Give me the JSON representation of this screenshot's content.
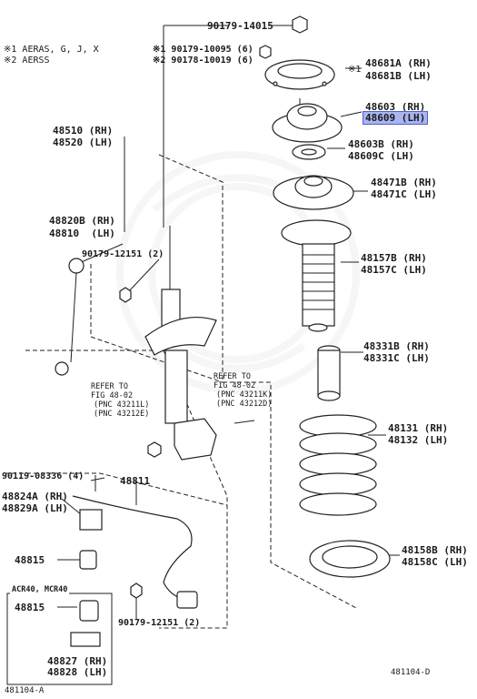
{
  "legend": {
    "line1": "※1 AERAS, G, J, X",
    "line2": "※2 AERSS"
  },
  "labels": {
    "p90179_14015": "90179-14015",
    "p90179_10095": "※1 90179-10095 (6)",
    "p90178_10019": "※2 90178-10019 (6)",
    "p48681a": "48681A (RH)",
    "p48681b": "48681B (LH)",
    "mark1": "※1",
    "p48603": "48603 (RH)",
    "p48609": "48609 (LH)",
    "p48603b": "48603B (RH)",
    "p48609c": "48609C (LH)",
    "p48471b": "48471B (RH)",
    "p48471c": "48471C (LH)",
    "p48157b": "48157B (RH)",
    "p48157c": "48157C (LH)",
    "p48331b": "48331B (RH)",
    "p48331c": "48331C (LH)",
    "p48131": "48131 (RH)",
    "p48132": "48132 (LH)",
    "p48158b": "48158B (RH)",
    "p48158c": "48158C (LH)",
    "p48510": "48510 (RH)",
    "p48520": "48520 (LH)",
    "p48820b": "48820B (RH)",
    "p48810": "48810  (LH)",
    "p90179_12151a": "90179-12151 (2)",
    "p90119_08336": "90119-08336 (4)",
    "p48824a": "48824A (RH)",
    "p48829a": "48829A (LH)",
    "p48811": "48811",
    "p48815a": "48815",
    "p48815b": "48815",
    "p48827": "48827 (RH)",
    "p48828": "48828 (LH)",
    "p90179_12151b": "90179-12151 (2)",
    "acr": "ACR40, MCR40",
    "fig_code_right": "481104-D",
    "fig_code_left": "481104-A"
  },
  "notes": {
    "left": {
      "l1": "REFER TO",
      "l2": "FIG 48-02",
      "l3": "(PNC 43211L)",
      "l4": "(PNC 43212E)"
    },
    "right": {
      "l1": "REFER TO",
      "l2": "FIG 48-02",
      "l3": "(PNC 43211K)",
      "l4": "(PNC 43212D)"
    }
  },
  "highlight_color": "#a9b4f0"
}
